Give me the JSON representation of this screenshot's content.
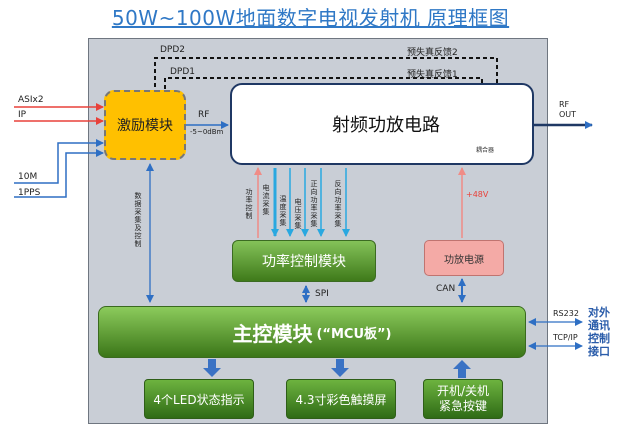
{
  "title": "50W~100W地面数字电视发射机 原理框图",
  "blocks": {
    "exciter": "激励模块",
    "rf_amp": "射频功放电路",
    "coupler": "耦合器",
    "power_control": "功率控制模块",
    "amp_psu": "功放电源",
    "mcu_main": "主控模块",
    "mcu_sub": "(“MCU板”)",
    "led": "4个LED状态指示",
    "touch": "4.3寸彩色触摸屏",
    "power_button_line1": "开机/关机",
    "power_button_line2": "紧急按键"
  },
  "inputs": {
    "asi": "ASIx2",
    "ip": "IP",
    "ref10m": "10M",
    "pps": "1PPS"
  },
  "signals": {
    "dpd2": "DPD2",
    "dpd1": "DPD1",
    "predistort2": "预失真反馈2",
    "predistort1": "预失真反馈1",
    "rf": "RF",
    "rf_level": "-5~0dBm",
    "rf_out": "RF\nOUT",
    "v48": "+48V",
    "spi": "SPI",
    "can": "CAN",
    "rs232": "RS232",
    "tcpip": "TCP/IP",
    "external": "对外\n通讯\n控制\n接口",
    "exciter_ctrl": "数据采集及控制",
    "power_ctrl_signal": "功率控制",
    "current_sample": "电流采集",
    "temp_sample": "温度采集",
    "voltage_sample": "电压采集",
    "fwd_power_sample": "正向功率采集",
    "rev_power_sample": "反向功率采集"
  },
  "colors": {
    "title": "#2f78c6",
    "panel": "#c9ced6",
    "exciter": "#ffc000",
    "green": "#5a9e2f",
    "psu": "#f4aaa6",
    "red_line": "#e8413a",
    "blue_line": "#2e6fc4",
    "coupler": "#c55a11"
  }
}
